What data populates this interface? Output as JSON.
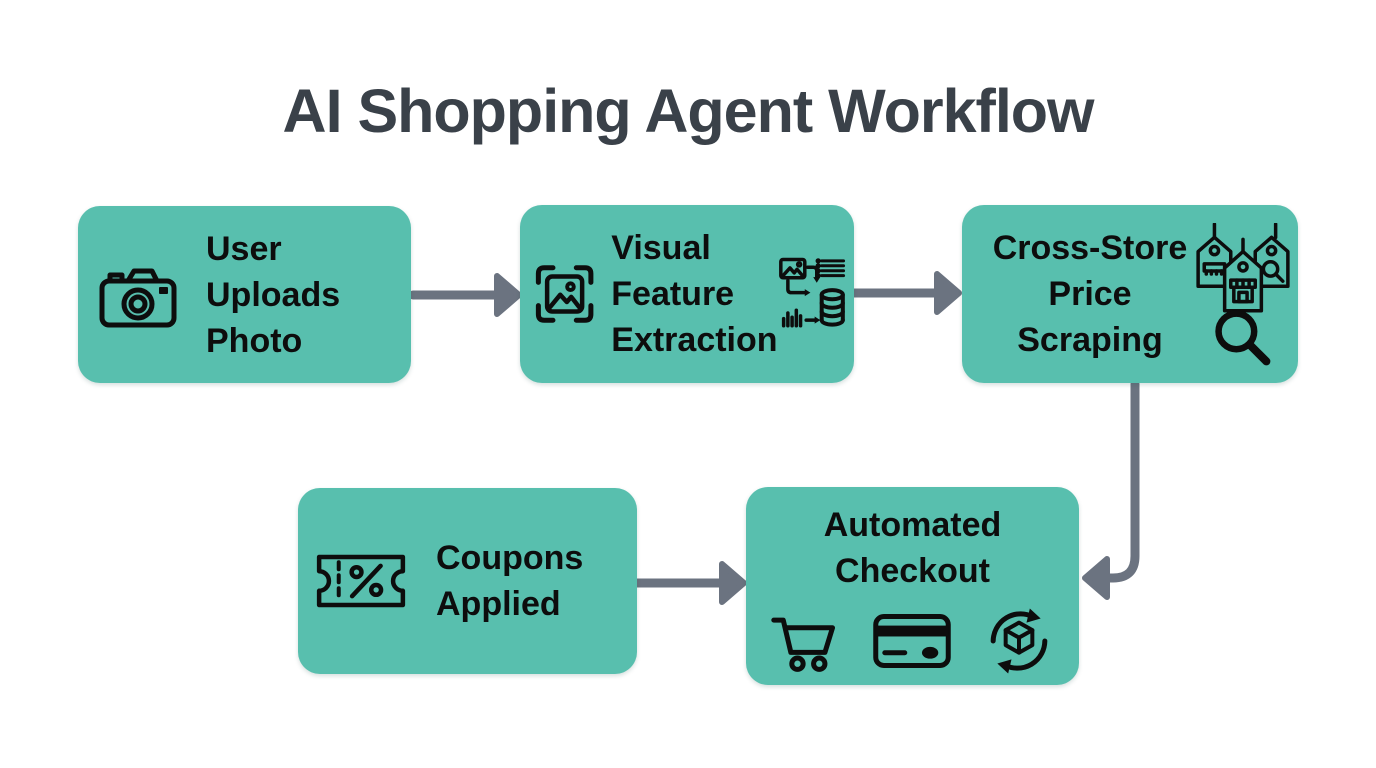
{
  "title": "AI Shopping Agent Workflow",
  "colors": {
    "node_fill": "#58bfae",
    "node_text": "#0d0d0d",
    "title_text": "#3a4149",
    "connector": "#6b7380"
  },
  "nodes": [
    {
      "id": "user-uploads-photo",
      "lines": [
        "User",
        "Uploads",
        "Photo"
      ],
      "icons": [
        "camera-icon"
      ]
    },
    {
      "id": "visual-feature-extraction",
      "lines": [
        "Visual",
        "Feature",
        "Extraction"
      ],
      "icons": [
        "image-scan-icon",
        "feature-pipeline-icon"
      ]
    },
    {
      "id": "cross-store-price-scraping",
      "lines": [
        "Cross-Store",
        "Price",
        "Scraping"
      ],
      "icons": [
        "price-tags-icon",
        "magnifier-icon"
      ]
    },
    {
      "id": "coupons-applied",
      "lines": [
        "Coupons",
        "Applied"
      ],
      "icons": [
        "coupon-icon"
      ]
    },
    {
      "id": "automated-checkout",
      "lines": [
        "Automated",
        "Checkout"
      ],
      "icons": [
        "cart-icon",
        "credit-card-icon",
        "sync-package-icon"
      ]
    }
  ],
  "flow": [
    {
      "from": "User Uploads Photo",
      "to": "Visual Feature Extraction"
    },
    {
      "from": "Visual Feature Extraction",
      "to": "Cross-Store Price Scraping"
    },
    {
      "from": "Cross-Store Price Scraping",
      "to": "Automated Checkout"
    },
    {
      "from": "Coupons Applied",
      "to": "Automated Checkout"
    }
  ]
}
